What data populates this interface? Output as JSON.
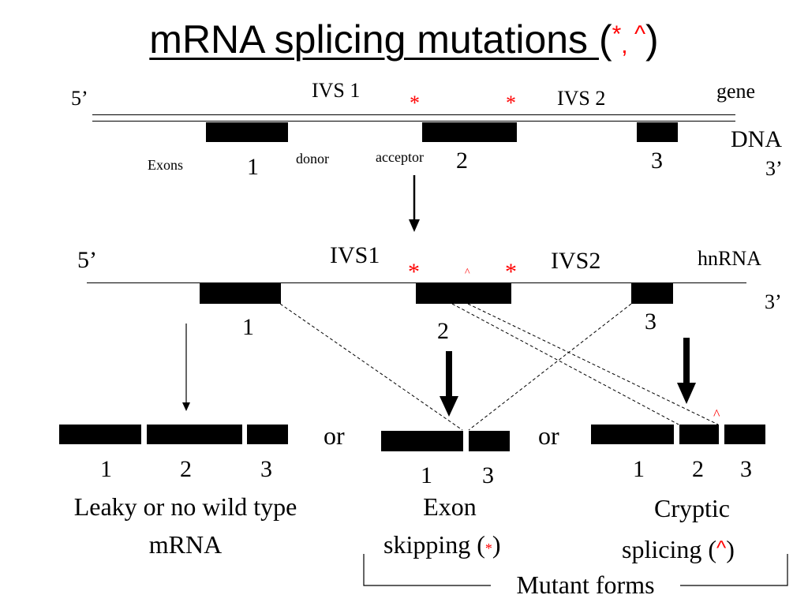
{
  "title": {
    "main": "mRNA splicing mutations ",
    "open": "(",
    "sym1": "*",
    "comma": ", ",
    "sym2": "^",
    "close": ")"
  },
  "gene_panel": {
    "five_prime": "5’",
    "three_prime": "3’",
    "ivs1": "IVS 1",
    "ivs2": "IVS 2",
    "mut_star_1": "*",
    "mut_star_2": "*",
    "gene": "gene",
    "dna": "DNA",
    "exons_label": "Exons",
    "donor": "donor",
    "acceptor": "acceptor",
    "exon1": "1",
    "exon2": "2",
    "exon3": "3"
  },
  "hnrna_panel": {
    "five_prime": "5’",
    "three_prime": "3’",
    "ivs1": "IVS1",
    "ivs2": "IVS2",
    "mut_star_1": "*",
    "caret": "^",
    "mut_star_2": "*",
    "hnrna": "hnRNA",
    "exon1": "1",
    "exon2": "2",
    "exon3": "3"
  },
  "outcomes": {
    "or_1": "or",
    "or_2": "or",
    "leaky": {
      "nums": [
        "1",
        "2",
        "3"
      ],
      "line1": "Leaky or no wild type",
      "line2": "mRNA"
    },
    "skipping": {
      "nums": [
        "1",
        "3"
      ],
      "line1": "Exon",
      "line2_a": "skipping (",
      "line2_sym": "*",
      "line2_b": ")"
    },
    "cryptic": {
      "caret": "^",
      "nums": [
        "1",
        "2",
        "3"
      ],
      "line1": "Cryptic",
      "line2_a": "splicing (",
      "line2_sym": "^",
      "line2_b": ")"
    },
    "mutant_forms": "Mutant forms"
  },
  "colors": {
    "mutation": "#ff0000",
    "ink": "#000000"
  }
}
